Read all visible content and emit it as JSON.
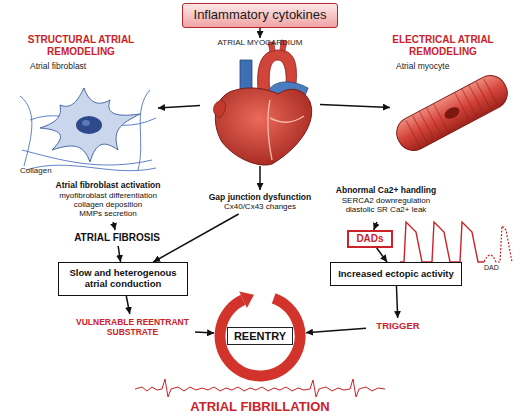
{
  "diagram": {
    "nodes": [
      {
        "text": [
          "Inflammatory cytokines"
        ]
      },
      {
        "text": [
          "ATRIAL MYOCARDIUM"
        ]
      },
      {
        "text": [
          "Atrial fibroblast"
        ]
      },
      {
        "text": [
          "Atrial myocyte"
        ]
      },
      {
        "text": [
          "Atrial fibroblast activation",
          "myofibroblast differentiation",
          "collagen deposition",
          "MMPs secretion"
        ]
      },
      {
        "text": [
          "Gap junction dysfunction",
          "Cx40/Cx43 changes"
        ]
      },
      {
        "text": [
          "Abnormal Ca2+ handling",
          "SERCA2 downregulation",
          "diastolic SR Ca2+ leak"
        ]
      },
      {
        "text": [
          "ATRIAL FIBROSIS"
        ]
      },
      {
        "text": [
          "DADs"
        ]
      },
      {
        "text": [
          "Slow and heterogenous atrial conduction"
        ]
      },
      {
        "text": [
          "Increased ectopic activity"
        ]
      },
      {
        "text": [
          "VULNERABLE REENTRANT SUBSTRATE"
        ]
      },
      {
        "text": [
          "TRIGGER"
        ]
      },
      {
        "text": [
          "REENTRY"
        ]
      },
      {
        "text": [
          "ATRIAL FIBRILLATION"
        ]
      }
    ],
    "edges": [
      {
        "from": 0,
        "to": 1,
        "arrow": "to"
      },
      {
        "from": 1,
        "to": 2,
        "arrow": "to"
      },
      {
        "from": 1,
        "to": 3,
        "arrow": "to"
      },
      {
        "from": 1,
        "to": 5,
        "arrow": "to"
      },
      {
        "from": 4,
        "to": 7,
        "arrow": "to"
      },
      {
        "from": 7,
        "to": 9,
        "arrow": "to"
      },
      {
        "from": 5,
        "to": 9,
        "arrow": "to"
      },
      {
        "from": 6,
        "to": 8,
        "arrow": "to"
      },
      {
        "from": 8,
        "to": 10,
        "arrow": "to"
      },
      {
        "from": 9,
        "to": 11,
        "arrow": "to"
      },
      {
        "from": 10,
        "to": 12,
        "arrow": "to"
      },
      {
        "from": 11,
        "to": 13,
        "arrow": "to"
      },
      {
        "from": 12,
        "to": 13,
        "arrow": "to"
      }
    ],
    "labels": [
      "STRUCTURAL ATRIAL REMODELING",
      "ELECTRICAL ATRIAL REMODELING",
      "Collagen",
      "DAD"
    ]
  }
}
